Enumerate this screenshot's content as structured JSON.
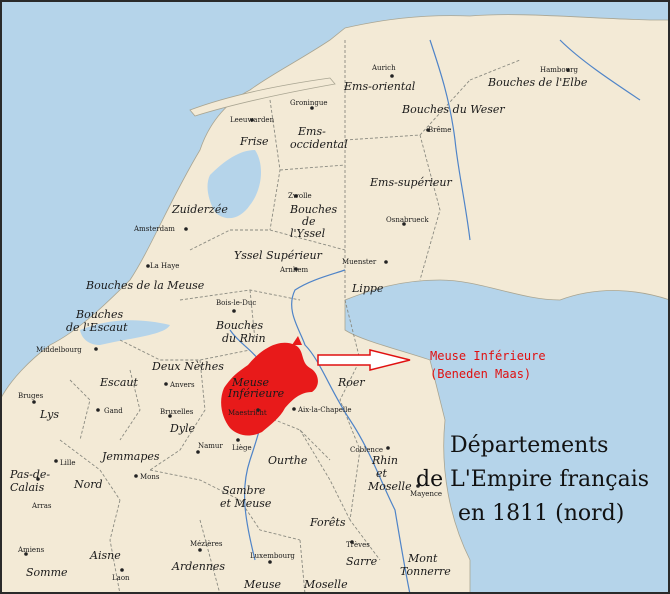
{
  "colors": {
    "sea": "#b5d4ea",
    "land": "#f3ead6",
    "highlight": "#e81a1a",
    "river": "#4f84c8",
    "frame": "#2a2a2a"
  },
  "departments": {
    "ems_oriental": "Ems-oriental",
    "bouches_elbe": "Bouches de l'Elbe",
    "bouches_weser": "Bouches du Weser",
    "ems_occidental_1": "Ems-",
    "ems_occidental_2": "occidental",
    "frise": "Frise",
    "ems_superieur": "Ems-supérieur",
    "zuiderzee": "Zuiderzée",
    "bouches_yssel_1": "Bouches",
    "bouches_yssel_2": "de",
    "bouches_yssel_3": "l'Yssel",
    "yssel_superieur": "Yssel Supérieur",
    "lippe": "Lippe",
    "bouches_meuse": "Bouches de la Meuse",
    "bouches_escaut_1": "Bouches",
    "bouches_escaut_2": "de l'Escaut",
    "bouches_rhin_1": "Bouches",
    "bouches_rhin_2": "du Rhin",
    "deux_nethes": "Deux Nèthes",
    "meuse_inf_1": "Meuse",
    "meuse_inf_2": "Inférieure",
    "roer": "Roer",
    "escaut": "Escaut",
    "lys": "Lys",
    "dyle": "Dyle",
    "jemmapes": "Jemmapes",
    "ourthe": "Ourthe",
    "pas_de_calais_1": "Pas-de-",
    "pas_de_calais_2": "Calais",
    "nord": "Nord",
    "sambre_meuse_1": "Sambre",
    "sambre_meuse_2": "et Meuse",
    "forets": "Forêts",
    "rhin_moselle_1": "Rhin",
    "rhin_moselle_2": "et",
    "rhin_moselle_3": "Moselle",
    "sarre": "Sarre",
    "mont_tonnerre_1": "Mont",
    "mont_tonnerre_2": "Tonnerre",
    "aisne": "Aisne",
    "somme": "Somme",
    "ardennes": "Ardennes",
    "meuse": "Meuse",
    "moselle": "Moselle"
  },
  "cities": {
    "aurich": "Aurich",
    "hamburg": "Hambourg",
    "groningue": "Groningue",
    "leeuwarden": "Leeuwarden",
    "breme": "Brême",
    "zwolle": "Zwolle",
    "osnabrueck": "Osnabrueck",
    "amsterdam": "Amsterdam",
    "la_haye": "La Haye",
    "arnhem": "Arnhem",
    "muenster": "Muenster",
    "bois_le_duc": "Bois-le-Duc",
    "middelbourg": "Middelbourg",
    "anvers": "Anvers",
    "maestricht": "Maestricht",
    "aix": "Aix-la-Chapelle",
    "bruges": "Bruges",
    "gand": "Gand",
    "bruxelles": "Bruxelles",
    "liege": "Liège",
    "coblence": "Coblence",
    "lille": "Lille",
    "mons": "Mons",
    "namur": "Namur",
    "arras": "Arras",
    "mezieres": "Mézières",
    "luxembourg": "Luxembourg",
    "treves": "Trèves",
    "mayence": "Mayence",
    "amiens": "Amiens",
    "laon": "Laon"
  },
  "callout": {
    "line1": "Meuse Inférieure",
    "line2": "(Beneden Maas)"
  },
  "title": {
    "line1": "Départements",
    "line2": "de L'Empire français",
    "line3": "en 1811 (nord)"
  }
}
